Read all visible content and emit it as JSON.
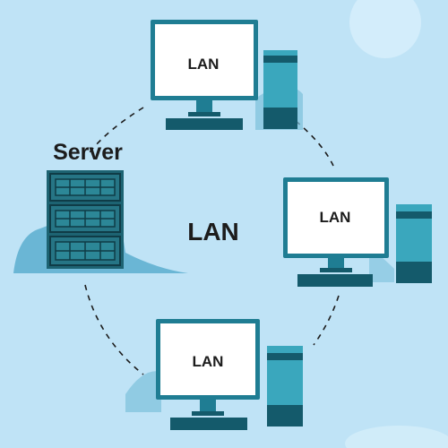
{
  "server": {
    "title": "Server"
  },
  "network": {
    "center_label": "LAN"
  },
  "nodes": [
    {
      "id": "top",
      "screen_label": "LAN"
    },
    {
      "id": "right",
      "screen_label": "LAN"
    },
    {
      "id": "bottom",
      "screen_label": "LAN"
    }
  ],
  "colors": {
    "background": "#bfe3f6",
    "shadow": "#5aaecf",
    "monitor_frame": "#1f7d93",
    "monitor_dark": "#145a6b",
    "tower": "#3aa7bd",
    "server_rack": "#1d6372",
    "screen": "#ffffff"
  }
}
